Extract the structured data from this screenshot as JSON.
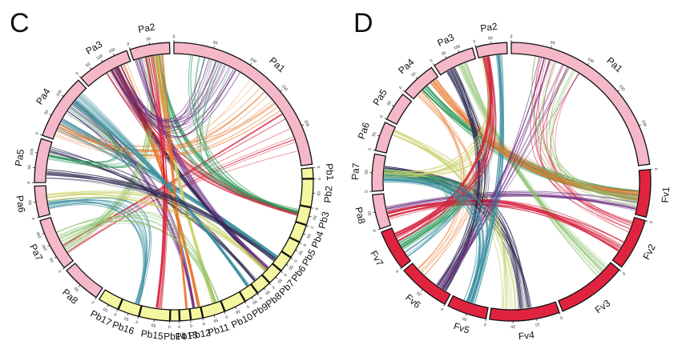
{
  "colors": {
    "pa": "#f4b8c8",
    "pb": "#f5f7a0",
    "fv": "#e0243f",
    "outline": "#111111",
    "links": [
      "#d6203c",
      "#3b8fa0",
      "#e9762a",
      "#2d2c52",
      "#6a2c7f",
      "#2e9a5c",
      "#c9d16a",
      "#8ac16a"
    ]
  },
  "panels": [
    {
      "letter": "C",
      "chromosomes": [
        {
          "name": "Pa1",
          "group": "pa",
          "start": 0,
          "end": 230,
          "ticks": [
            "0",
            "50",
            "100",
            "150",
            "200"
          ]
        },
        {
          "name": "Pb1",
          "group": "pb",
          "start": 234,
          "end": 246,
          "ticks": [
            "0"
          ]
        },
        {
          "name": "Pb2",
          "group": "pb",
          "start": 247,
          "end": 279,
          "ticks": [
            "0",
            "50"
          ]
        },
        {
          "name": "Pb3",
          "group": "pb",
          "start": 280,
          "end": 300,
          "ticks": [
            "0",
            "50"
          ]
        },
        {
          "name": "Pb4",
          "group": "pb",
          "start": 301,
          "end": 321,
          "ticks": [
            "0",
            "50"
          ]
        },
        {
          "name": "Pb5",
          "group": "pb",
          "start": 322,
          "end": 341,
          "ticks": [
            "0",
            "50"
          ]
        },
        {
          "name": "Pb6",
          "group": "pb",
          "start": 342,
          "end": 360,
          "ticks": [
            "0",
            "50"
          ]
        },
        {
          "name": "Pb7",
          "group": "pb",
          "start": 361,
          "end": 379,
          "ticks": [
            "0",
            "50"
          ]
        },
        {
          "name": "Pb8",
          "group": "pb",
          "start": 380,
          "end": 397,
          "ticks": [
            "0",
            "50"
          ]
        },
        {
          "name": "Pb9",
          "group": "pb",
          "start": 398,
          "end": 414,
          "ticks": [
            "0",
            "50"
          ]
        },
        {
          "name": "Pb10",
          "group": "pb",
          "start": 415,
          "end": 440,
          "ticks": [
            "0",
            "50"
          ]
        },
        {
          "name": "Pb11",
          "group": "pb",
          "start": 441,
          "end": 466,
          "ticks": [
            "0",
            "50"
          ]
        },
        {
          "name": "Pb12",
          "group": "pb",
          "start": 467,
          "end": 480,
          "ticks": [
            "0"
          ]
        },
        {
          "name": "Pb13",
          "group": "pb",
          "start": 481,
          "end": 493,
          "ticks": [
            "0"
          ]
        },
        {
          "name": "Pb14",
          "group": "pb",
          "start": 494,
          "end": 504,
          "ticks": [
            "0"
          ]
        },
        {
          "name": "Pb15",
          "group": "pb",
          "start": 505,
          "end": 540,
          "ticks": [
            "0",
            "50"
          ]
        },
        {
          "name": "Pb16",
          "group": "pb",
          "start": 541,
          "end": 565,
          "ticks": [
            "0",
            "50"
          ]
        },
        {
          "name": "Pb17",
          "group": "pb",
          "start": 566,
          "end": 590,
          "ticks": [
            "0",
            "50"
          ]
        },
        {
          "name": "Pa8",
          "group": "pa",
          "start": 594,
          "end": 640,
          "ticks": [
            "0",
            "50"
          ]
        },
        {
          "name": "Pa7",
          "group": "pa",
          "start": 644,
          "end": 705,
          "ticks": [
            "0",
            "50",
            "100",
            "150"
          ]
        },
        {
          "name": "Pa6",
          "group": "pa",
          "start": 709,
          "end": 745,
          "ticks": [
            "0",
            "50"
          ]
        },
        {
          "name": "Pa5",
          "group": "pa",
          "start": 749,
          "end": 800,
          "ticks": [
            "0",
            "50",
            "100"
          ]
        },
        {
          "name": "Pa4",
          "group": "pa",
          "start": 804,
          "end": 880,
          "ticks": [
            "0",
            "50",
            "100"
          ]
        },
        {
          "name": "Pa3",
          "group": "pa",
          "start": 884,
          "end": 945,
          "ticks": [
            "0",
            "50",
            "100",
            "150"
          ]
        },
        {
          "name": "Pa2",
          "group": "pa",
          "start": 949,
          "end": 995,
          "ticks": [
            "0",
            "50"
          ]
        }
      ]
    },
    {
      "letter": "D",
      "chromosomes": [
        {
          "name": "Pa1",
          "group": "pa",
          "start": 0,
          "end": 230,
          "ticks": [
            "0",
            "50",
            "100",
            "150",
            "200"
          ]
        },
        {
          "name": "Fv1",
          "group": "fv",
          "start": 236,
          "end": 291,
          "ticks": [
            "0"
          ]
        },
        {
          "name": "Fv2",
          "group": "fv",
          "start": 295,
          "end": 355,
          "ticks": [
            "0"
          ]
        },
        {
          "name": "Fv3",
          "group": "fv",
          "start": 359,
          "end": 440,
          "ticks": [
            "0"
          ]
        },
        {
          "name": "Fv4",
          "group": "fv",
          "start": 444,
          "end": 525,
          "ticks": [
            "0",
            "10",
            "20"
          ]
        },
        {
          "name": "Fv5",
          "group": "fv",
          "start": 529,
          "end": 575,
          "ticks": [
            "0",
            "20"
          ]
        },
        {
          "name": "Fv6",
          "group": "fv",
          "start": 579,
          "end": 640,
          "ticks": [
            "0",
            "20"
          ]
        },
        {
          "name": "Fv7",
          "group": "fv",
          "start": 644,
          "end": 691,
          "ticks": [
            "0"
          ]
        },
        {
          "name": "Pa8",
          "group": "pa",
          "start": 695,
          "end": 735,
          "ticks": [
            "0",
            "50"
          ]
        },
        {
          "name": "Pa7",
          "group": "pa",
          "start": 739,
          "end": 782,
          "ticks": [
            "0",
            "50"
          ]
        },
        {
          "name": "Pa6",
          "group": "pa",
          "start": 786,
          "end": 820,
          "ticks": [
            "0",
            "50"
          ]
        },
        {
          "name": "Pa5",
          "group": "pa",
          "start": 824,
          "end": 858,
          "ticks": [
            "0",
            "50"
          ]
        },
        {
          "name": "Pa4",
          "group": "pa",
          "start": 862,
          "end": 903,
          "ticks": [
            "0",
            "50"
          ]
        },
        {
          "name": "Pa3",
          "group": "pa",
          "start": 907,
          "end": 955,
          "ticks": [
            "0",
            "50",
            "100"
          ]
        },
        {
          "name": "Pa2",
          "group": "pa",
          "start": 959,
          "end": 995,
          "ticks": [
            "0",
            "50"
          ]
        }
      ]
    }
  ]
}
